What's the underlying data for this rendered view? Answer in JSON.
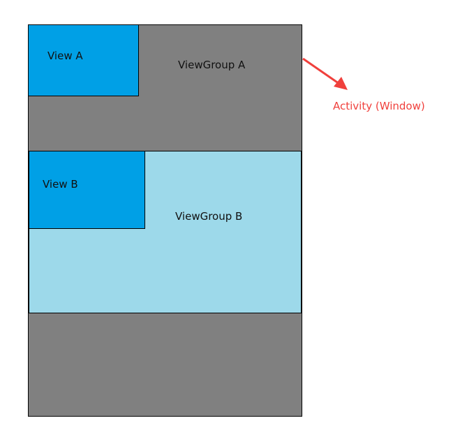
{
  "diagram": {
    "activity_label": "Activity (Window)",
    "viewgroup_a_label": "ViewGroup A",
    "viewgroup_b_label": "ViewGroup B",
    "view_a_label": "View A",
    "view_b_label": "View B"
  },
  "colors": {
    "window_gray": "#808080",
    "view_blue": "#00A0E6",
    "viewgroup_b_light_blue": "#9DD9EA",
    "arrow_red": "#F0403C"
  }
}
